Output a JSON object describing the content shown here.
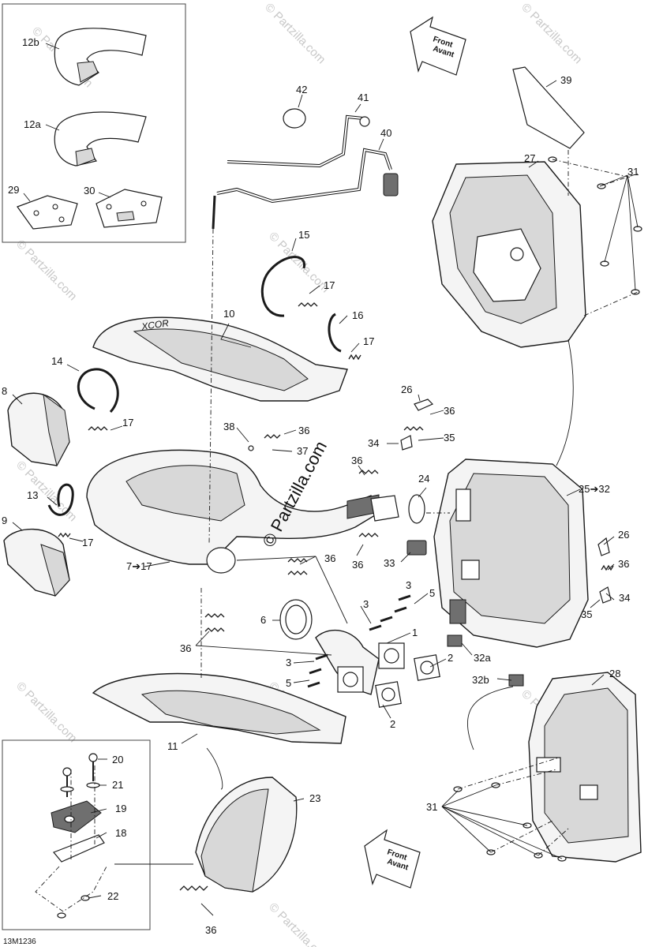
{
  "diagram": {
    "watermark": "© Partzilla.com",
    "center_watermark": "© Partzilla.com",
    "drawing_code": "13M1236",
    "front_label_line1": "Front",
    "front_label_line2": "Avant",
    "callouts": {
      "c12b": "12b",
      "c12a": "12a",
      "c29": "29",
      "c30": "30",
      "c42": "42",
      "c41": "41",
      "c40": "40",
      "c39": "39",
      "c27": "27",
      "c31a": "31",
      "c15": "15",
      "c17a": "17",
      "c10": "10",
      "c16": "16",
      "c17b": "17",
      "c14": "14",
      "c8": "8",
      "c17c": "17",
      "c26a": "26",
      "c36a": "36",
      "c38": "38",
      "c36b": "36",
      "c37": "37",
      "c34a": "34",
      "c35a": "35",
      "c36c": "36",
      "c24": "24",
      "c25": "25➔32",
      "c13": "13",
      "c9": "9",
      "c17d": "17",
      "c7": "7➔17",
      "c33": "33",
      "c36d": "36",
      "c36e": "36",
      "c26b": "26",
      "c36f": "36",
      "c34b": "34",
      "c35b": "35",
      "c3a": "3",
      "c5a": "5",
      "c3b": "3",
      "c1": "1",
      "c6": "6",
      "c36g": "36",
      "c2a": "2",
      "c32a": "32a",
      "c3c": "3",
      "c5b": "5",
      "c32b": "32b",
      "c28": "28",
      "c2b": "2",
      "c11": "11",
      "c20": "20",
      "c21": "21",
      "c19": "19",
      "c23": "23",
      "c18": "18",
      "c31b": "31",
      "c22": "22",
      "c36h": "36"
    }
  }
}
